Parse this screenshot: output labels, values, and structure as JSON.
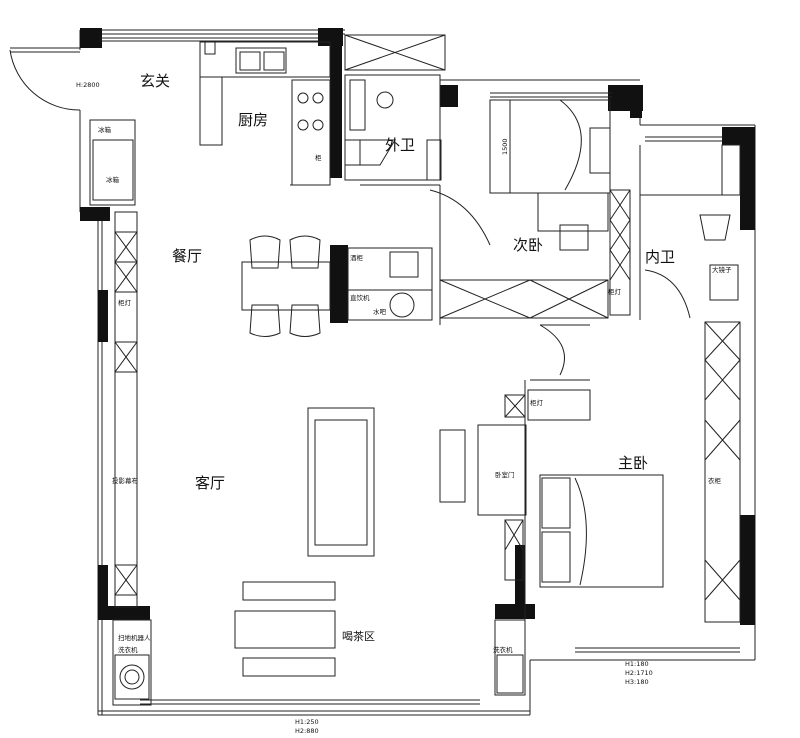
{
  "rooms": {
    "entrance": "玄关",
    "kitchen": "厨房",
    "guest_bath": "外卫",
    "dining": "餐厅",
    "second_bedroom": "次卧",
    "master_bath": "内卫",
    "living": "客厅",
    "master_bedroom": "主卧",
    "tea_area": "喝茶区"
  },
  "labels": {
    "fridge_top": "冰箱",
    "fridge": "冰箱",
    "cabinet": "柜",
    "cabinet_lamp": "柜灯",
    "projector": "投影幕布",
    "wine": "酒柜",
    "water_dispenser": "直饮机",
    "water_bar": "水吧",
    "bedside_lamp": "柜灯",
    "wardrobe_lamp": "柜灯",
    "door_label": "卧室门",
    "closet": "衣柜",
    "robot": "扫地机器人",
    "washer": "洗衣机",
    "dryer": "洗衣机",
    "vanity": "大镜子"
  },
  "dimensions": {
    "entrance_h": "H:2800",
    "bed_width": "1500",
    "right_1": "H1:180",
    "right_2": "H2:1710",
    "right_3": "H3:180",
    "bottom_1": "H1:250",
    "bottom_2": "H2:880"
  }
}
